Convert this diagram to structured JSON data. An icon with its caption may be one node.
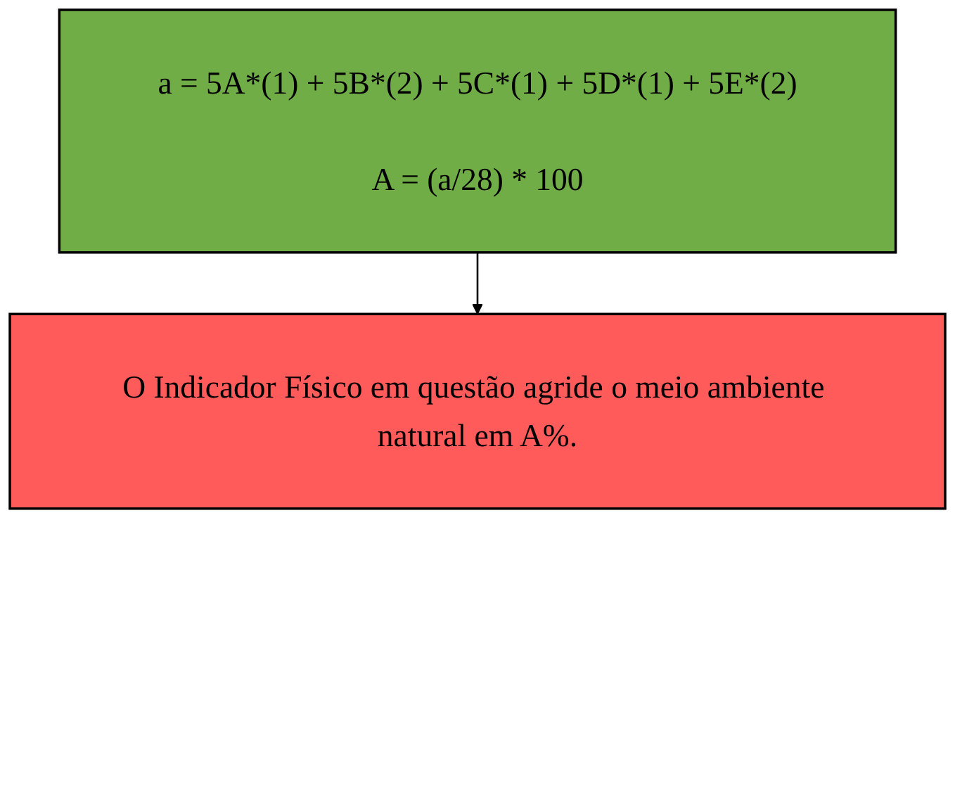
{
  "diagram": {
    "nodes": [
      {
        "text": [
          "a = 5A*(1) + 5B*(2) + 5C*(1) + 5D*(1) + 5E*(2)",
          "A = (a/28) * 100"
        ]
      },
      {
        "text": [
          "O Indicador Físico em questão agride o meio ambiente natural em A%."
        ]
      }
    ],
    "edges": [
      {
        "from": 0,
        "to": 1,
        "arrow": "to"
      }
    ]
  }
}
